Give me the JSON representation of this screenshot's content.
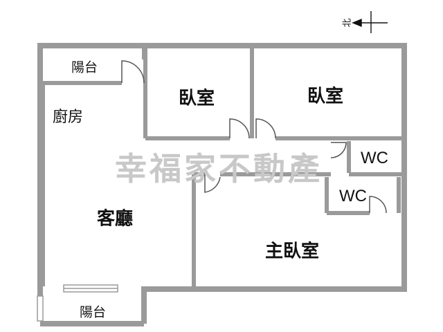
{
  "north": {
    "label": "北",
    "icon": "north-arrow-icon"
  },
  "watermark": "幸福家不動產",
  "rooms": {
    "balcony_top": "陽台",
    "bedroom_1": "臥室",
    "bedroom_2": "臥室",
    "kitchen": "廚房",
    "living_room": "客廳",
    "wc_1": "WC",
    "wc_2": "WC",
    "master_bedroom": "主臥室",
    "balcony_bottom": "陽台"
  },
  "colors": {
    "wall": "#8f8f8f",
    "wall_fill": "#9a9a9a",
    "door": "#555555",
    "watermark": "#c8c8c8"
  }
}
